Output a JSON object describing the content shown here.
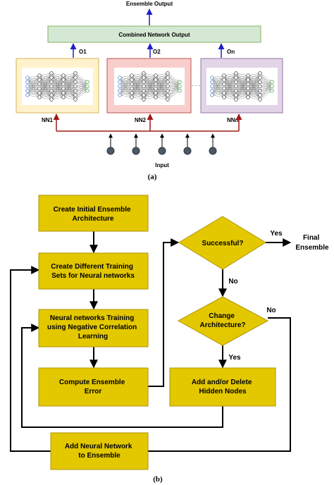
{
  "panel_a": {
    "ensemble_output": "Ensemble Output",
    "combined_output": "Combined Network Output",
    "outputs": [
      "O1",
      "O2",
      "On"
    ],
    "networks": [
      "NN1",
      "NN2",
      "NNn"
    ],
    "ellipsis": "· · ·",
    "input_label": "Input",
    "caption": "(a)",
    "colors": {
      "combined_fill": "#d5e8d4",
      "combined_stroke": "#82b366",
      "nn1_fill": "#fff2cc",
      "nn1_stroke": "#d6b656",
      "nn2_fill": "#f8cecc",
      "nn2_stroke": "#b85450",
      "nnn_fill": "#e1d5e7",
      "nnn_stroke": "#9673a6",
      "output_arrow": "#1f1fc8",
      "input_line": "#a01818",
      "input_node": "#4d5966"
    }
  },
  "panel_b": {
    "boxes": {
      "create_initial": [
        "Create Initial Ensemble",
        "Architecture"
      ],
      "create_sets": [
        "Create Different Training",
        "Sets for Neural networks"
      ],
      "nn_training": [
        "Neural networks Training",
        "using Negative Correlation",
        "Learning"
      ],
      "compute_error": [
        "Compute Ensemble",
        "Error"
      ],
      "add_delete": [
        "Add and/or Delete",
        "Hidden Nodes"
      ],
      "add_network": [
        "Add Neural Network",
        "to Ensemble"
      ]
    },
    "decisions": {
      "successful": [
        "Successful?"
      ],
      "change_arch": [
        "Change",
        "Architecture?"
      ]
    },
    "edge_labels": {
      "yes1": "Yes",
      "no1": "No",
      "yes2": "Yes",
      "no2": "No"
    },
    "final": [
      "Final",
      "Ensemble"
    ],
    "caption": "(b)",
    "colors": {
      "box_fill": "#e3c800",
      "box_stroke": "#b09500"
    }
  }
}
